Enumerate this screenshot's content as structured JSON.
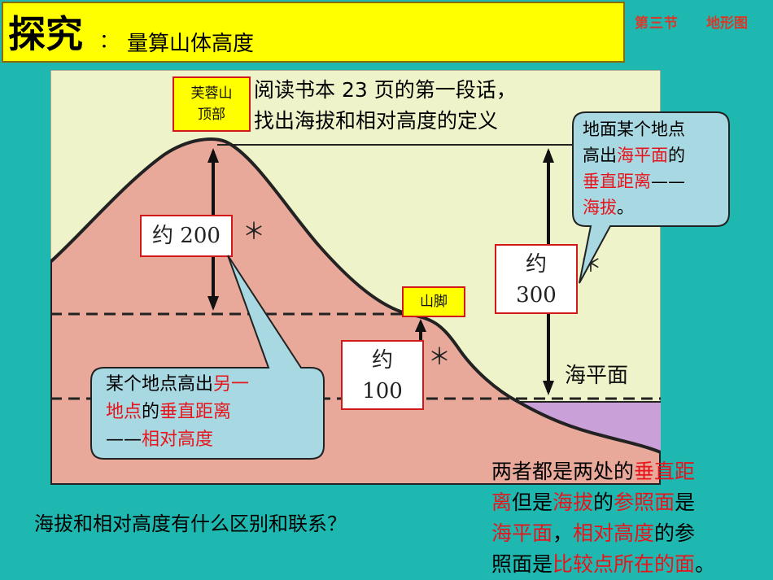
{
  "header": {
    "title": "探究",
    "colon": "：",
    "subtitle": "量算山体高度",
    "section": "第三节",
    "section_name": "地形图"
  },
  "instructions": {
    "line1": "阅读书本 23 页的第一段话，",
    "line2": "找出海拔和相对高度的定义"
  },
  "diagram": {
    "summit_label_line1": "芙蓉山",
    "summit_label_line2": "顶部",
    "foot_label": "山脚",
    "measure_200": "约 200",
    "measure_300_line1": "约",
    "measure_300_line2": "300",
    "measure_100_line1": "约",
    "measure_100_line2": "100",
    "sea_level": "海平面",
    "asterisk": "＊"
  },
  "callout_altitude": {
    "t1": "地面某个地点",
    "t2a": "高出",
    "t2b": "海平面",
    "t2c": "的",
    "t3a": "垂直距离",
    "t3b": "——",
    "t4a": "海拔",
    "t4b": "。"
  },
  "callout_relative": {
    "t1a": "某个地点高出",
    "t1b": "另一",
    "t2a": "地点",
    "t2b": "的",
    "t2c": "垂直距离",
    "t3a": "——",
    "t3b": "相对高度"
  },
  "question": "海拔和相对高度有什么区别和联系？",
  "summary": {
    "s1": "两者都是两处的",
    "s2": "垂直距",
    "s3": "离",
    "s4": "但是",
    "s5": "海拔",
    "s6": "的",
    "s7": "参照面",
    "s8": "是",
    "s9": "海平面",
    "s10": "，",
    "s11": "相对高度",
    "s12": "的参",
    "s13": "照面是",
    "s14": "比较点所在的面",
    "s15": "。"
  },
  "colors": {
    "background": "#1fb8b0",
    "title_bar": "#ffff00",
    "accent_red": "#e8141b",
    "mountain": "#e8a99a",
    "sky": "#eef3c9",
    "sea": "#c9a0d8",
    "callout": "#a8d8e2"
  }
}
